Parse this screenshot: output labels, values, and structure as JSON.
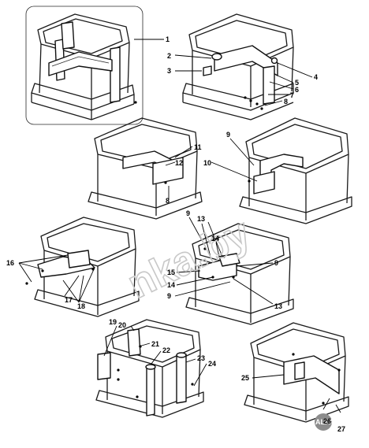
{
  "callouts": [
    {
      "id": "c1",
      "text": "1"
    },
    {
      "id": "c2",
      "text": "2"
    },
    {
      "id": "c3",
      "text": "3"
    },
    {
      "id": "c4",
      "text": "4"
    },
    {
      "id": "c5",
      "text": "5"
    },
    {
      "id": "c6",
      "text": "6"
    },
    {
      "id": "c7",
      "text": "7"
    },
    {
      "id": "c8a",
      "text": "8"
    },
    {
      "id": "c11",
      "text": "11"
    },
    {
      "id": "c12",
      "text": "12"
    },
    {
      "id": "c8b",
      "text": "8"
    },
    {
      "id": "c9a",
      "text": "9"
    },
    {
      "id": "c10",
      "text": "10"
    },
    {
      "id": "c9b",
      "text": "9"
    },
    {
      "id": "c13a",
      "text": "13"
    },
    {
      "id": "c14a",
      "text": "14"
    },
    {
      "id": "c16",
      "text": "16"
    },
    {
      "id": "c15",
      "text": "15"
    },
    {
      "id": "c9c",
      "text": "9"
    },
    {
      "id": "c14b",
      "text": "14"
    },
    {
      "id": "c9d",
      "text": "9"
    },
    {
      "id": "c17",
      "text": "17"
    },
    {
      "id": "c18",
      "text": "18"
    },
    {
      "id": "c13b",
      "text": "13"
    },
    {
      "id": "c19",
      "text": "19"
    },
    {
      "id": "c20",
      "text": "20"
    },
    {
      "id": "c21",
      "text": "21"
    },
    {
      "id": "c22",
      "text": "22"
    },
    {
      "id": "c23",
      "text": "23"
    },
    {
      "id": "c24",
      "text": "24"
    },
    {
      "id": "c25",
      "text": "25"
    },
    {
      "id": "c26",
      "text": "26"
    },
    {
      "id": "c27",
      "text": "27"
    }
  ],
  "watermark": "nka.by",
  "corner_logo": "ALFA"
}
